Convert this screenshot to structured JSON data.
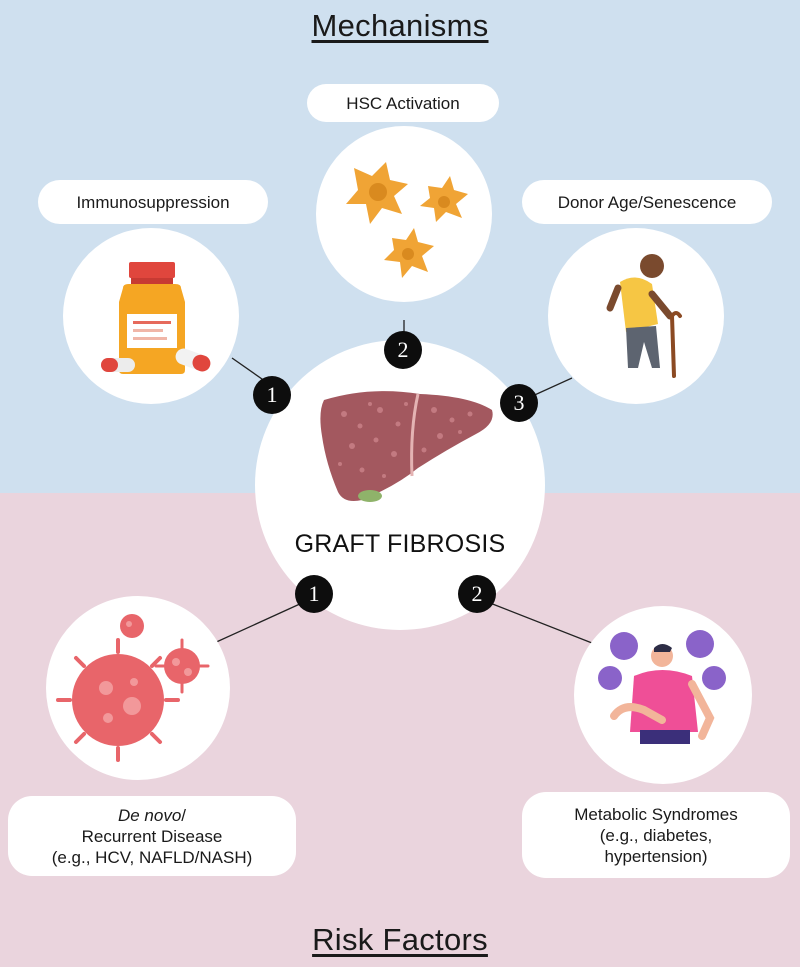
{
  "headings": {
    "mechanisms": "Mechanisms",
    "risk_factors": "Risk Factors"
  },
  "center": {
    "label": "GRAFT FIBROSIS",
    "icon": "liver-icon"
  },
  "mechanisms": [
    {
      "number": "1",
      "label": "Immunosuppression",
      "icon": "medication-bottle-icon"
    },
    {
      "number": "2",
      "label": "HSC Activation",
      "icon": "stellate-cells-icon"
    },
    {
      "number": "3",
      "label": "Donor Age/Senescence",
      "icon": "elderly-person-icon"
    }
  ],
  "risk_factors": [
    {
      "number": "1",
      "label_italic": "De novo",
      "label_rest": "/",
      "line2": "Recurrent Disease",
      "line3": "(e.g., HCV, NAFLD/NASH)",
      "icon": "virus-icon"
    },
    {
      "number": "2",
      "line1": "Metabolic Syndromes",
      "line2": "(e.g., diabetes,",
      "line3": "hypertension)",
      "icon": "metabolic-person-icon"
    }
  ],
  "colors": {
    "mechanisms_bg": "#cfe0ef",
    "risk_factors_bg": "#ead4dd",
    "badge": "#0d0d0d",
    "liver": "#a3585f",
    "cell": "#f0a435",
    "virus": "#e8656a"
  }
}
